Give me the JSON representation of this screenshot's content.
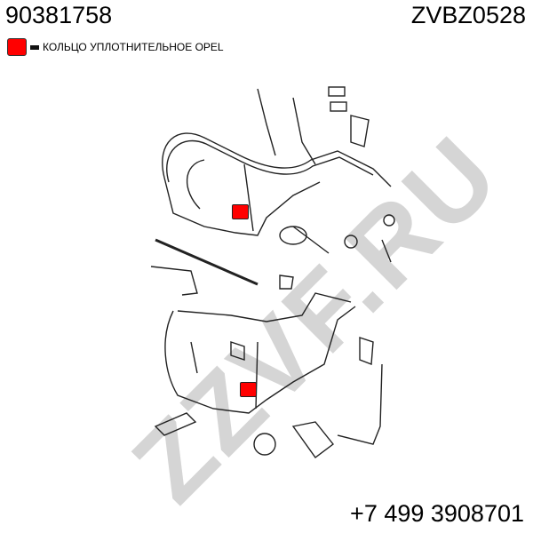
{
  "header": {
    "part_number": "90381758",
    "catalog_code": "ZVBZ0528"
  },
  "legend": {
    "label": "КОЛЬЦО УПЛОТНИТЕЛЬНОЕ OPEL",
    "color": "#ff0000"
  },
  "watermark": "ZZVF.RU",
  "footer": {
    "phone": "+7 499 3908701"
  }
}
